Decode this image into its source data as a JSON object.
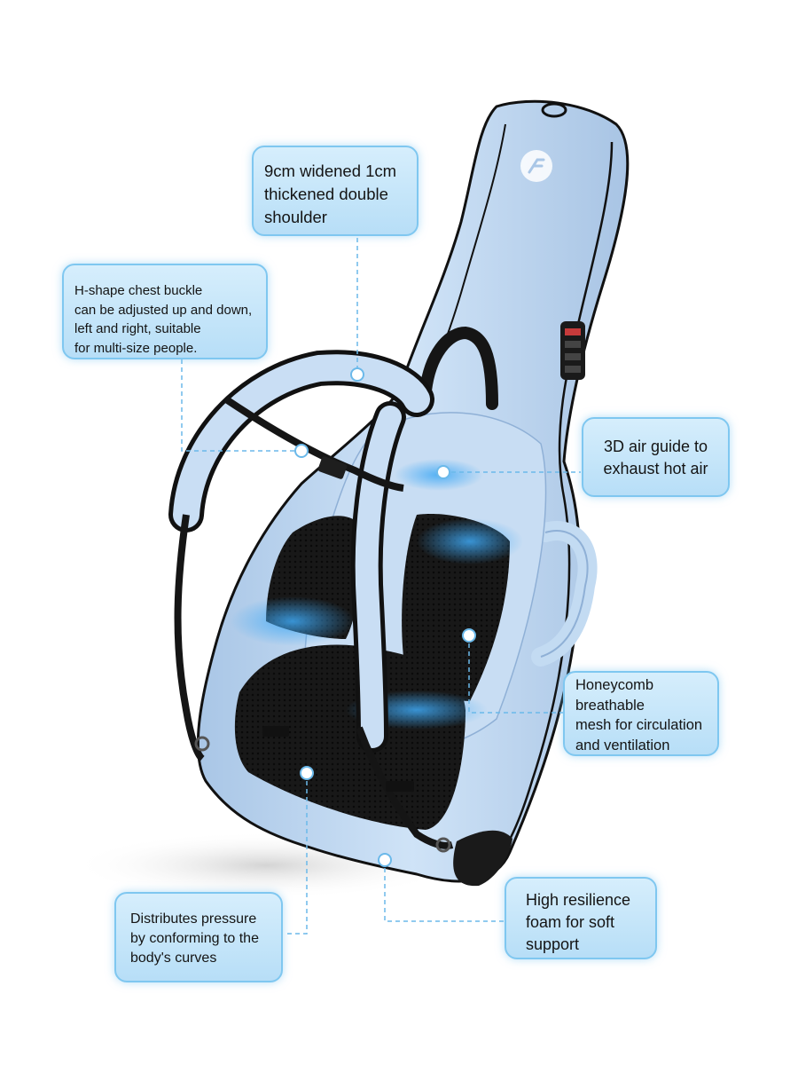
{
  "colors": {
    "case_body": "#b9d3ee",
    "case_light": "#d4e6f8",
    "case_trim": "#111111",
    "mesh": "#151515",
    "callout_fill": "#c4e6fa",
    "callout_border": "#7fc7f0",
    "leader_line": "#6bb9ea"
  },
  "icons": {
    "logo": "brand-logo-icon",
    "lock": "combination-lock-icon"
  },
  "callouts": {
    "shoulder": "9cm widened 1cm\nthickened double\nshoulder",
    "buckle": "H-shape chest buckle\ncan be adjusted up and down,\nleft and right, suitable\nfor multi-size people.",
    "air_guide": "3D air guide to\nexhaust hot air",
    "mesh": "Honeycomb\nbreathable\nmesh for circulation\nand ventilation",
    "pressure": "Distributes pressure\nby conforming to the\nbody's curves",
    "foam": "High resilience\nfoam for soft\nsupport"
  }
}
